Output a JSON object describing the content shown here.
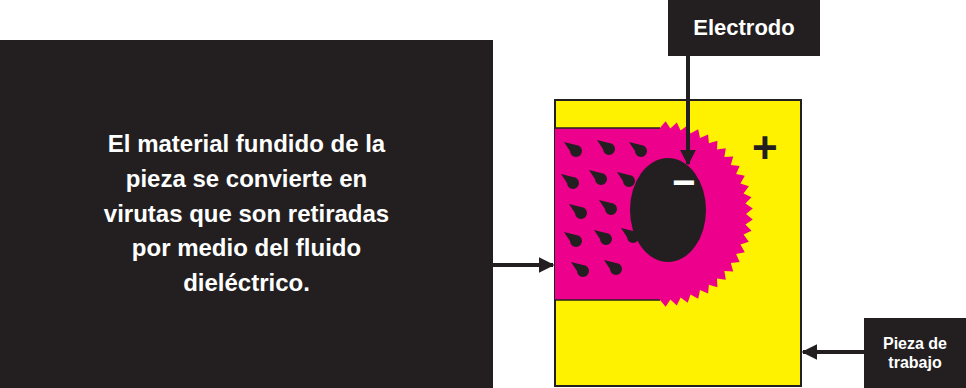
{
  "diagram": {
    "nodes": [
      {
        "text": [
          "Electrodo"
        ]
      },
      {
        "text": [
          "El material fundido de la pieza se convierte en virutas que son retiradas por medio del fluido dieléctrico."
        ]
      },
      {
        "text": [
          "Pieza de trabajo"
        ]
      }
    ],
    "labels": [
      "−",
      "+"
    ]
  }
}
